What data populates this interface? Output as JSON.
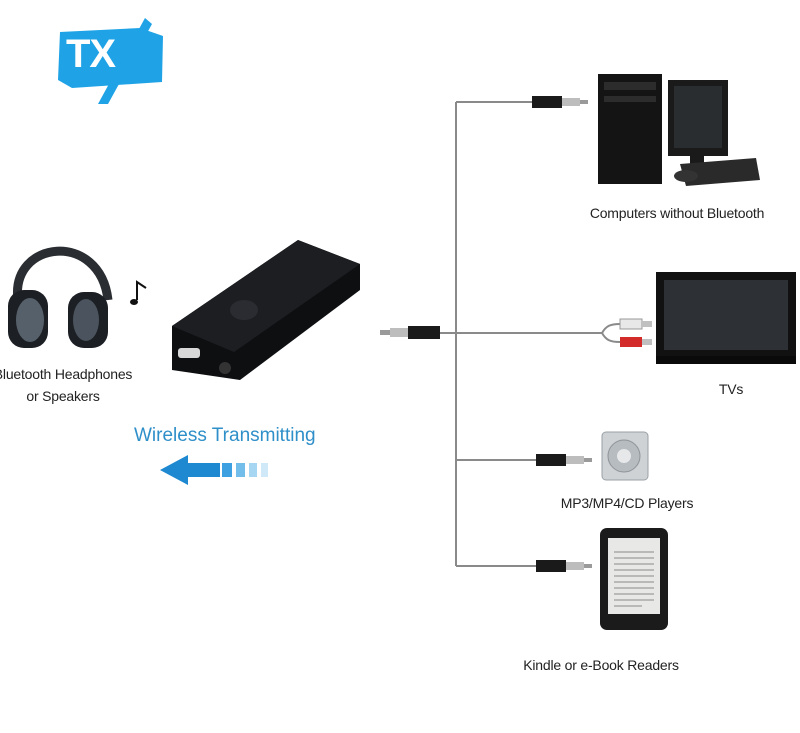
{
  "logo": {
    "text": "TX",
    "color": "#1fa3e6"
  },
  "source": {
    "label_line1": "Bluetooth Headphones",
    "label_line2": "or Speakers"
  },
  "transmit": {
    "label": "Wireless Transmitting",
    "color": "#2f8fc9"
  },
  "devices": [
    {
      "label": "Computers without Bluetooth",
      "icon": "desktop-computer-icon"
    },
    {
      "label": "TVs",
      "icon": "tv-icon"
    },
    {
      "label": "MP3/MP4/CD Players",
      "icon": "mp3-player-icon"
    },
    {
      "label": "Kindle or e-Book Readers",
      "icon": "ebook-reader-icon"
    }
  ]
}
